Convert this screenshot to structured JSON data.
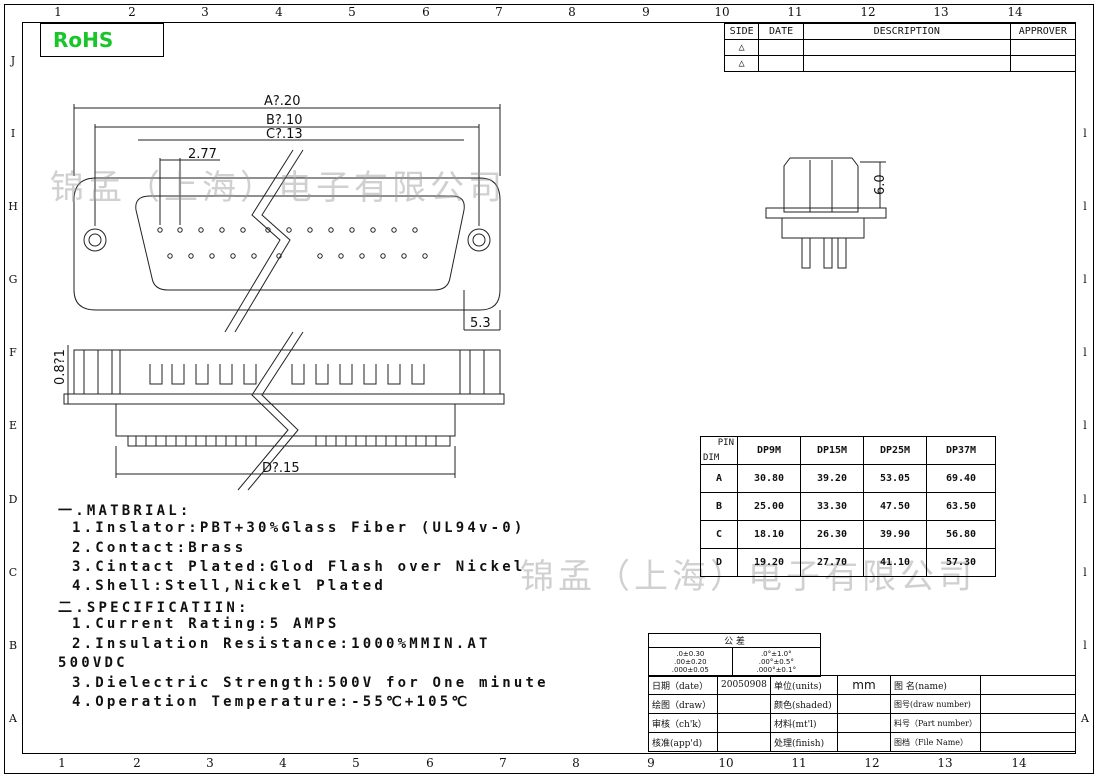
{
  "border": {
    "columns_top": [
      "1",
      "2",
      "3",
      "4",
      "5",
      "6",
      "7",
      "8",
      "9",
      "10",
      "11",
      "12",
      "13",
      "14"
    ],
    "columns_bottom": [
      "1",
      "2",
      "3",
      "4",
      "5",
      "6",
      "7",
      "8",
      "9",
      "10",
      "11",
      "12",
      "13",
      "14"
    ],
    "rows_left": [
      "J",
      "I",
      "H",
      "G",
      "F",
      "E",
      "D",
      "C",
      "B",
      "A"
    ],
    "rows_right": [
      "l",
      "l",
      "l",
      "l",
      "l",
      "l",
      "l",
      "l",
      "A"
    ]
  },
  "rohs": "RoHS",
  "revision_table": {
    "headers": [
      "SIDE",
      "DATE",
      "DESCRIPTION",
      "APPROVER"
    ],
    "rows": [
      [
        "△",
        "",
        "",
        ""
      ],
      [
        "△",
        "",
        "",
        ""
      ]
    ]
  },
  "drawing": {
    "dim_a": "A?.20",
    "dim_b": "B?.10",
    "dim_c": "C?.13",
    "pitch": "2.77",
    "dim_53": "5.3",
    "dim_d": "D?.15",
    "dim_side": "0.8?1",
    "dim_60": "6.0"
  },
  "watermark": "锦孟（上海）电子有限公司",
  "dim_table": {
    "corner_top": "PIN",
    "corner_bottom": "DIM",
    "columns": [
      "DP9M",
      "DP15M",
      "DP25M",
      "DP37M"
    ],
    "rows": [
      {
        "label": "A",
        "values": [
          "30.80",
          "39.20",
          "53.05",
          "69.40"
        ]
      },
      {
        "label": "B",
        "values": [
          "25.00",
          "33.30",
          "47.50",
          "63.50"
        ]
      },
      {
        "label": "C",
        "values": [
          "18.10",
          "26.30",
          "39.90",
          "56.80"
        ]
      },
      {
        "label": "D",
        "values": [
          "19.20",
          "27.70",
          "41.10",
          "57.30"
        ]
      }
    ]
  },
  "spec_lines": [
    "一.MATBRIAL:",
    " 1.Inslator:PBT+30%Glass Fiber (UL94v-0)",
    " 2.Contact:Brass",
    " 3.Cintact Plated:Glod Flash over Nickel",
    " 4.Shell:Stell,Nickel Plated",
    "二.SPECIFICATIIN:",
    " 1.Current Rating:5 AMPS",
    " 2.Insulation Resistance:1000%MMIN.AT",
    "500VDC",
    " 3.Dielectric Strength:500V for One minute",
    " 4.Operation Temperature:-55℃+105℃"
  ],
  "title_block": {
    "tolerance_header": "公     差",
    "tol_left": [
      ".0±0.30",
      ".00±0.20",
      ".000±0.05"
    ],
    "tol_right": [
      ".0°±1.0°",
      ".00°±0.5°",
      ".000°±0.1°"
    ],
    "date_label": "日期（date）",
    "date_value": "20050908",
    "units_label": "单位(units)",
    "units_value": "mm",
    "name_label": "图  名(name)",
    "draw_label": "绘图（draw）",
    "shaded_label": "颜色(shaded)",
    "draw_number_label": "图号(draw number)",
    "check_label": "审核（ch'k）",
    "material_label": "材料(mt'l)",
    "part_number_label": "料号（Part number）",
    "approve_label": "核准(app'd)",
    "finish_label": "处理(finish)",
    "file_name_label": "图档（File Name）"
  }
}
